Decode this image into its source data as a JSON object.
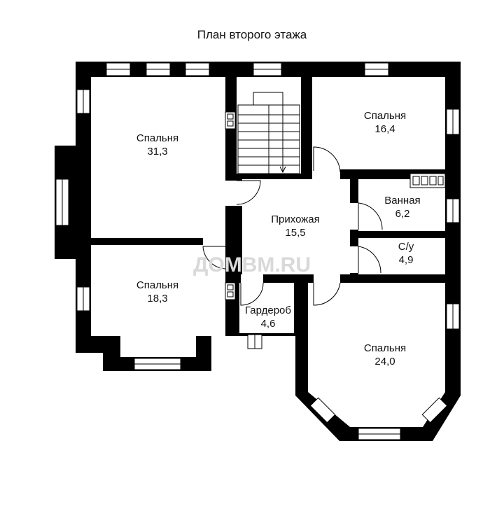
{
  "title": "План второго этажа",
  "watermark": "ДОМВМ.RU",
  "rooms": {
    "bedroom_nw": {
      "name": "Спальня",
      "area": "31,3"
    },
    "bedroom_ne": {
      "name": "Спальня",
      "area": "16,4"
    },
    "bathroom": {
      "name": "Ванная",
      "area": "6,2"
    },
    "hall": {
      "name": "Прихожая",
      "area": "15,5"
    },
    "wc": {
      "name": "С/у",
      "area": "4,9"
    },
    "bedroom_sw": {
      "name": "Спальня",
      "area": "18,3"
    },
    "wardrobe": {
      "name": "Гардероб",
      "area": "4,6"
    },
    "bedroom_se": {
      "name": "Спальня",
      "area": "24,0"
    }
  },
  "colors": {
    "wall": "#000000",
    "window": "#ffffff",
    "watermark": "#d9d9d9"
  }
}
